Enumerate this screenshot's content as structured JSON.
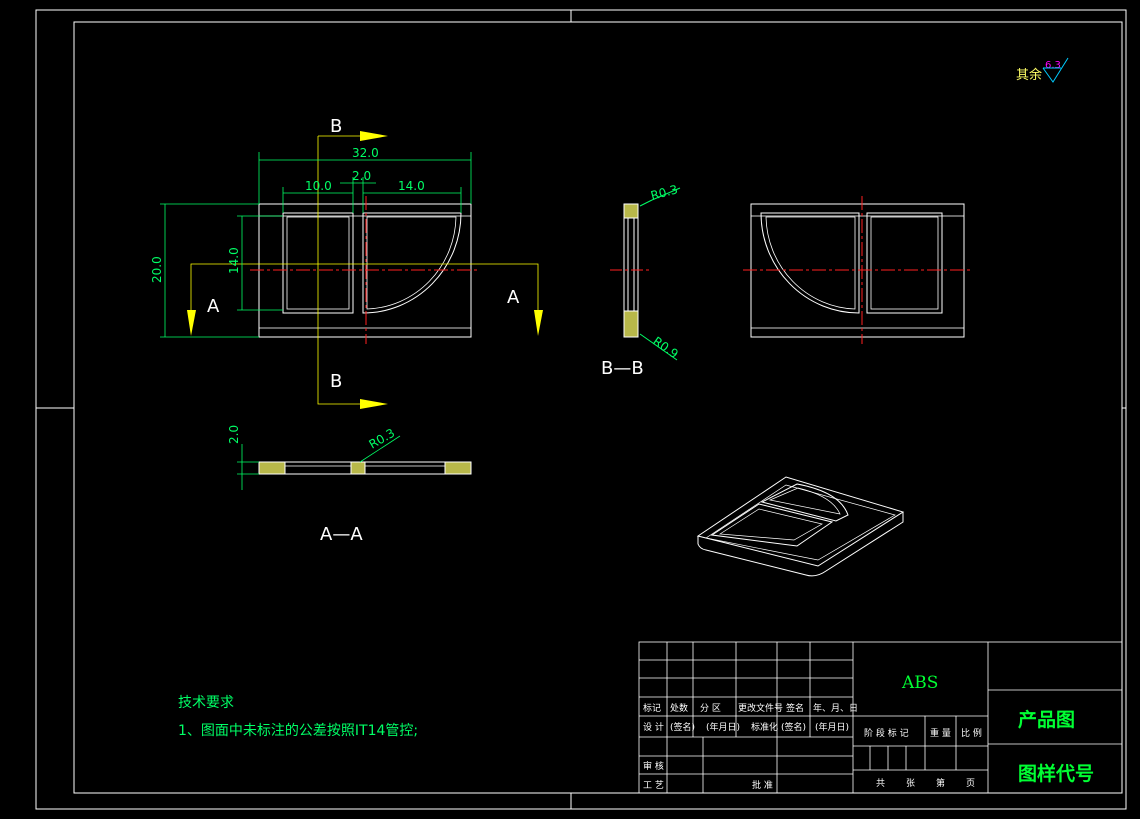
{
  "colors": {
    "background": "#000000",
    "outline": "#ffffff",
    "dimension": "#00ff66",
    "section": "#ffff00",
    "centerline": "#ff2020",
    "hatch": "#ffff66",
    "table": "#ffffff",
    "titletext": "#00ff33",
    "roughness": "#ff00ff"
  },
  "roughness": {
    "prefix": "其余",
    "value": "6.3"
  },
  "dimensions": {
    "overall_width": "32.0",
    "gap": "2.0",
    "left_pocket": "10.0",
    "right_pocket": "14.0",
    "height": "20.0",
    "pocket_height": "14.0",
    "thickness": "2.0",
    "radius_top": "R0.3",
    "radius_bottom": "R0.9",
    "radius_aa": "R0.3"
  },
  "section_marks": {
    "a": "A",
    "b": "B"
  },
  "view_labels": {
    "aa": "A—A",
    "bb": "B—B"
  },
  "notes": {
    "heading": "技术要求",
    "line1": "1、图面中未标注的公差按照IT14管控;"
  },
  "title_block": {
    "material": "ABS",
    "product": "产品图",
    "drawing_code": "图样代号",
    "row_headers": [
      "标记",
      "处数",
      "分 区",
      "更改文件号",
      "签名",
      "年、月、日"
    ],
    "design_row": [
      "设 计",
      "(签名)",
      "(年月日)",
      "标准化",
      "(签名)",
      "(年月日)"
    ],
    "stage_headers": [
      "阶 段 标 记",
      "重 量",
      "比 例"
    ],
    "review": "审 核",
    "process": "工 艺",
    "approve": "批 准",
    "sheet_total": "共",
    "sheet_unit": "张",
    "sheet_no": "第",
    "sheet_page": "页"
  }
}
